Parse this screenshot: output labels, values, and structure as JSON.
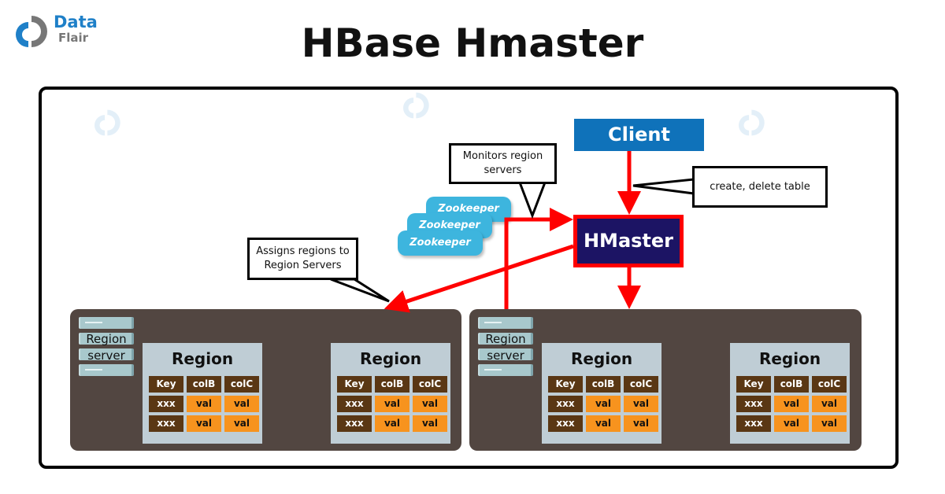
{
  "logo": {
    "line1": "Data",
    "line2": "Flair"
  },
  "title": "HBase Hmaster",
  "nodes": {
    "client": "Client",
    "hmaster": "HMaster",
    "zookeepers": [
      "Zookeeper",
      "Zookeeper",
      "Zookeeper"
    ]
  },
  "callouts": {
    "monitors": "Monitors region servers",
    "create_delete": "create, delete table",
    "assigns": "Assigns regions to Region Servers"
  },
  "region_servers": [
    {
      "label_line1": "Region",
      "label_line2": "server",
      "regions": [
        {
          "title": "Region",
          "header": [
            "Key",
            "colB",
            "colC"
          ],
          "rows": [
            [
              "xxx",
              "val",
              "val"
            ],
            [
              "xxx",
              "val",
              "val"
            ]
          ]
        },
        {
          "title": "Region",
          "header": [
            "Key",
            "colB",
            "colC"
          ],
          "rows": [
            [
              "xxx",
              "val",
              "val"
            ],
            [
              "xxx",
              "val",
              "val"
            ]
          ]
        }
      ]
    },
    {
      "label_line1": "Region",
      "label_line2": "server",
      "regions": [
        {
          "title": "Region",
          "header": [
            "Key",
            "colB",
            "colC"
          ],
          "rows": [
            [
              "xxx",
              "val",
              "val"
            ],
            [
              "xxx",
              "val",
              "val"
            ]
          ]
        },
        {
          "title": "Region",
          "header": [
            "Key",
            "colB",
            "colC"
          ],
          "rows": [
            [
              "xxx",
              "val",
              "val"
            ],
            [
              "xxx",
              "val",
              "val"
            ]
          ]
        }
      ]
    }
  ],
  "colors": {
    "client": "#0f72ba",
    "hmaster": "#1c1464",
    "arrow": "#ff0000",
    "zookeeper": "#3db5de",
    "server": "#524641",
    "region": "#bfcdd5",
    "key_cell": "#5a3714",
    "val_cell": "#f7931e",
    "logo_blue": "#1f80c8",
    "logo_gray": "#777777"
  }
}
